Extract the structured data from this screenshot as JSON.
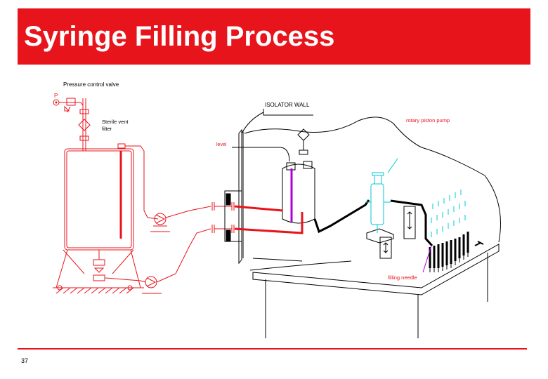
{
  "slide": {
    "title": "Syringe Filling Process",
    "page_number": "37"
  },
  "labels": {
    "pressure_valve": "Pressure control valve",
    "pressure_symbol": "P",
    "sterile_vent_line1": "Sterile vent",
    "sterile_vent_line2": "filter",
    "isolator_wall": "ISOLATOR  WALL",
    "level": "level",
    "rotary_pump": "rotary  piston  pump",
    "filling_needle": "filling  needle"
  },
  "colors": {
    "accent": "#e8141c",
    "piping_black": "#000000",
    "sensor_magenta": "#b000d8",
    "pump_cyan": "#00c8d8",
    "label_red": "#e8141c"
  }
}
